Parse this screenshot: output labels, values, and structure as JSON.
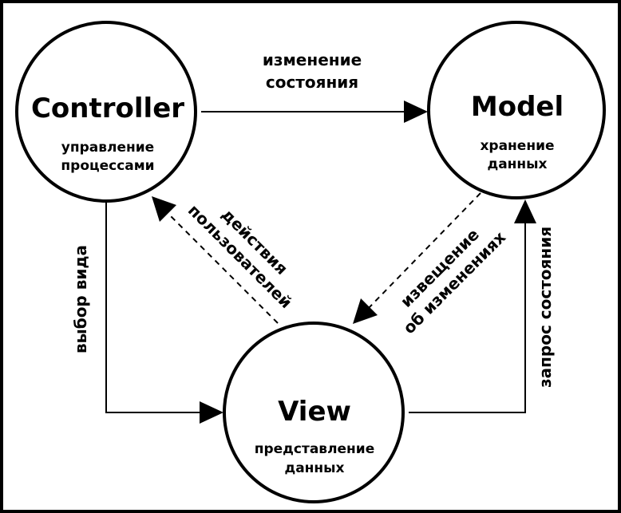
{
  "nodes": {
    "controller": {
      "title": "Controller",
      "subtitle_line1": "управление",
      "subtitle_line2": "процессами"
    },
    "model": {
      "title": "Model",
      "subtitle_line1": "хранение",
      "subtitle_line2": "данных"
    },
    "view": {
      "title": "View",
      "subtitle_line1": "представление",
      "subtitle_line2": "данных"
    }
  },
  "edges": {
    "state_change": {
      "line1": "изменение",
      "line2": "состояния",
      "from": "Controller",
      "to": "Model",
      "style": "solid"
    },
    "view_select": {
      "label": "выбор вида",
      "from": "Controller",
      "to": "View",
      "style": "solid"
    },
    "user_actions": {
      "line1": "действия",
      "line2": "пользователей",
      "from": "View",
      "to": "Controller",
      "style": "dashed"
    },
    "change_notify": {
      "line1": "извещение",
      "line2": "об изменениях",
      "from": "Model",
      "to": "View",
      "style": "dashed"
    },
    "state_query": {
      "label": "запрос состояния",
      "from": "View",
      "to": "Model",
      "style": "solid"
    }
  }
}
